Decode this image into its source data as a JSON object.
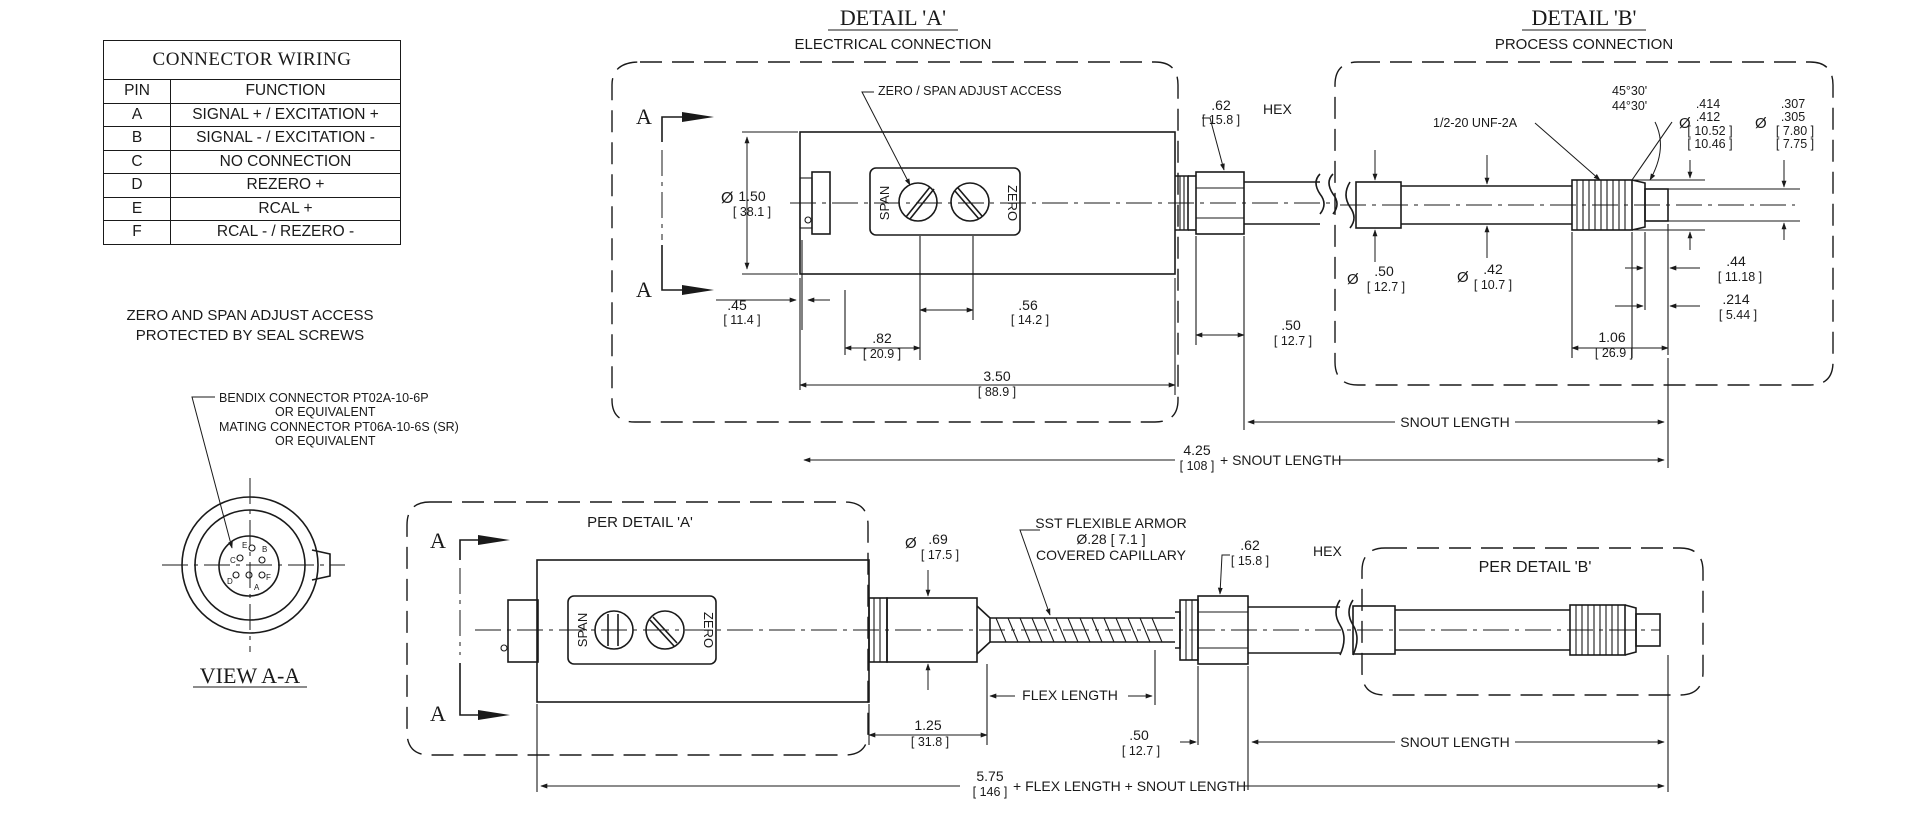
{
  "wiring_table": {
    "title": "CONNECTOR WIRING",
    "headers": [
      "PIN",
      "FUNCTION"
    ],
    "rows": [
      {
        "pin": "A",
        "function": "SIGNAL + / EXCITATION +"
      },
      {
        "pin": "B",
        "function": "SIGNAL - / EXCITATION -"
      },
      {
        "pin": "C",
        "function": "NO CONNECTION"
      },
      {
        "pin": "D",
        "function": "REZERO +"
      },
      {
        "pin": "E",
        "function": "RCAL +"
      },
      {
        "pin": "F",
        "function": "RCAL - / REZERO -"
      }
    ]
  },
  "notes": {
    "seal_line1": "ZERO AND SPAN ADJUST ACCESS",
    "seal_line2": "PROTECTED BY SEAL SCREWS",
    "bendix_line1": "BENDIX  CONNECTOR PT02A-10-6P",
    "bendix_line2": "OR EQUIVALENT",
    "mating_line1": "MATING CONNECTOR PT06A-10-6S (SR)",
    "mating_line2": "OR EQUIVALENT"
  },
  "view_aa": {
    "title": "VIEW A-A",
    "pins": [
      "A",
      "B",
      "C",
      "D",
      "E",
      "F"
    ]
  },
  "detail_a": {
    "title": "DETAIL 'A'",
    "subtitle": "ELECTRICAL CONNECTION",
    "section_letter": "A",
    "access_label": "ZERO / SPAN ADJUST ACCESS",
    "span_label": "SPAN",
    "zero_label": "ZERO",
    "dims": {
      "diameter_symbol": "Ø",
      "dia_in": "1.50",
      "dia_mm": "[ 38.1 ]",
      "d045_in": ".45",
      "d045_mm": "[ 11.4 ]",
      "d082_in": ".82",
      "d082_mm": "[ 20.9 ]",
      "d056_in": ".56",
      "d056_mm": "[ 14.2 ]",
      "d350_in": "3.50",
      "d350_mm": "[ 88.9 ]",
      "hex_in": ".62",
      "hex_mm": "[ 15.8 ]",
      "hex_label": "HEX",
      "d050_in": ".50",
      "d050_mm": "[ 12.7 ]"
    }
  },
  "detail_b": {
    "title": "DETAIL 'B'",
    "subtitle": "PROCESS CONNECTION",
    "thread_label": "1/2-20 UNF-2A",
    "angle_1": "45°30'",
    "angle_2": "44°30'",
    "dims": {
      "dia_414": ".414",
      "dia_412": ".412",
      "dia_1052": "[ 10.52 ]",
      "dia_1046": "[ 10.46 ]",
      "dia_307": ".307",
      "dia_305": ".305",
      "dia_780": "[ 7.80 ]",
      "dia_775": "[ 7.75 ]",
      "dia_050_in": ".50",
      "dia_050_mm": "[ 12.7 ]",
      "dia_042_in": ".42",
      "dia_042_mm": "[ 10.7 ]",
      "d044_in": ".44",
      "d044_mm": "[ 11.18 ]",
      "d214_in": ".214",
      "d214_mm": "[ 5.44 ]",
      "d106_in": "1.06",
      "d106_mm": "[ 26.9 ]"
    }
  },
  "overall": {
    "snout_length": "SNOUT LENGTH",
    "total_in": "4.25",
    "total_mm": "[ 108 ]",
    "total_suffix": "+ SNOUT LENGTH"
  },
  "flex_assembly": {
    "per_detail_a": "PER DETAIL 'A'",
    "per_detail_b": "PER DETAIL 'B'",
    "section_letter": "A",
    "span_label": "SPAN",
    "zero_label": "ZERO",
    "armor_line1": "SST FLEXIBLE ARMOR",
    "armor_line2": "Ø.28 [ 7.1 ]",
    "armor_line3": "COVERED CAPILLARY",
    "dia_069_in": ".69",
    "dia_069_mm": "[ 17.5 ]",
    "hex_in": ".62",
    "hex_mm": "[ 15.8 ]",
    "hex_label": "HEX",
    "d125_in": "1.25",
    "d125_mm": "[ 31.8 ]",
    "flex_length": "FLEX LENGTH",
    "d050_in": ".50",
    "d050_mm": "[ 12.7 ]",
    "snout_length": "SNOUT LENGTH",
    "total_in": "5.75",
    "total_mm": "[ 146 ]",
    "total_suffix": "+ FLEX LENGTH + SNOUT LENGTH"
  }
}
